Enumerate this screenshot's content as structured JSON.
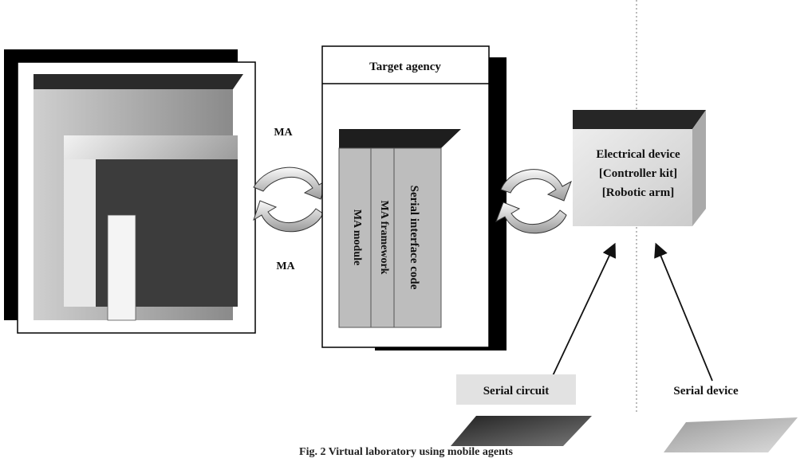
{
  "target_agency": {
    "title": "Target agency",
    "modules": [
      "MA module",
      "MA framework",
      "Serial interface code"
    ]
  },
  "transfer": {
    "top_label": "MA",
    "bottom_label": "MA"
  },
  "device": {
    "lines": [
      "Electrical device",
      "[Controller kit]",
      "[Robotic arm]"
    ]
  },
  "serial_circuit_label": "Serial circuit",
  "serial_device_label": "Serial device",
  "caption": "Fig. 2 Virtual laboratory using mobile agents"
}
